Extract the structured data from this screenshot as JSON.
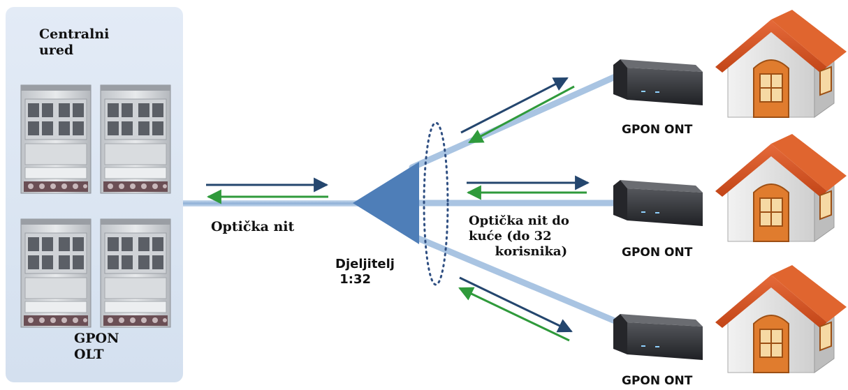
{
  "labels": {
    "central_office": "Centralni\nured",
    "olt": "GPON\nOLT",
    "feeder_fiber": "Optička nit",
    "splitter": "Djeljitelj\n 1:32",
    "drop_fiber": "Optička nit do\nkuće (do 32\n      korisnika)",
    "ont_1": "GPON ONT",
    "ont_2": "GPON ONT",
    "ont_3": "GPON ONT"
  },
  "colors": {
    "office_panel": "#dbe6f3",
    "fiber": "#a9c4e2",
    "splitter": "#4e7eb8",
    "downstream_arrow": "#24466e",
    "upstream_arrow": "#2f9a3b",
    "house_wall": "#e6e6e6",
    "roof": "#d8552a",
    "door": "#e07c2e",
    "ont_device": "#2e2f33"
  }
}
